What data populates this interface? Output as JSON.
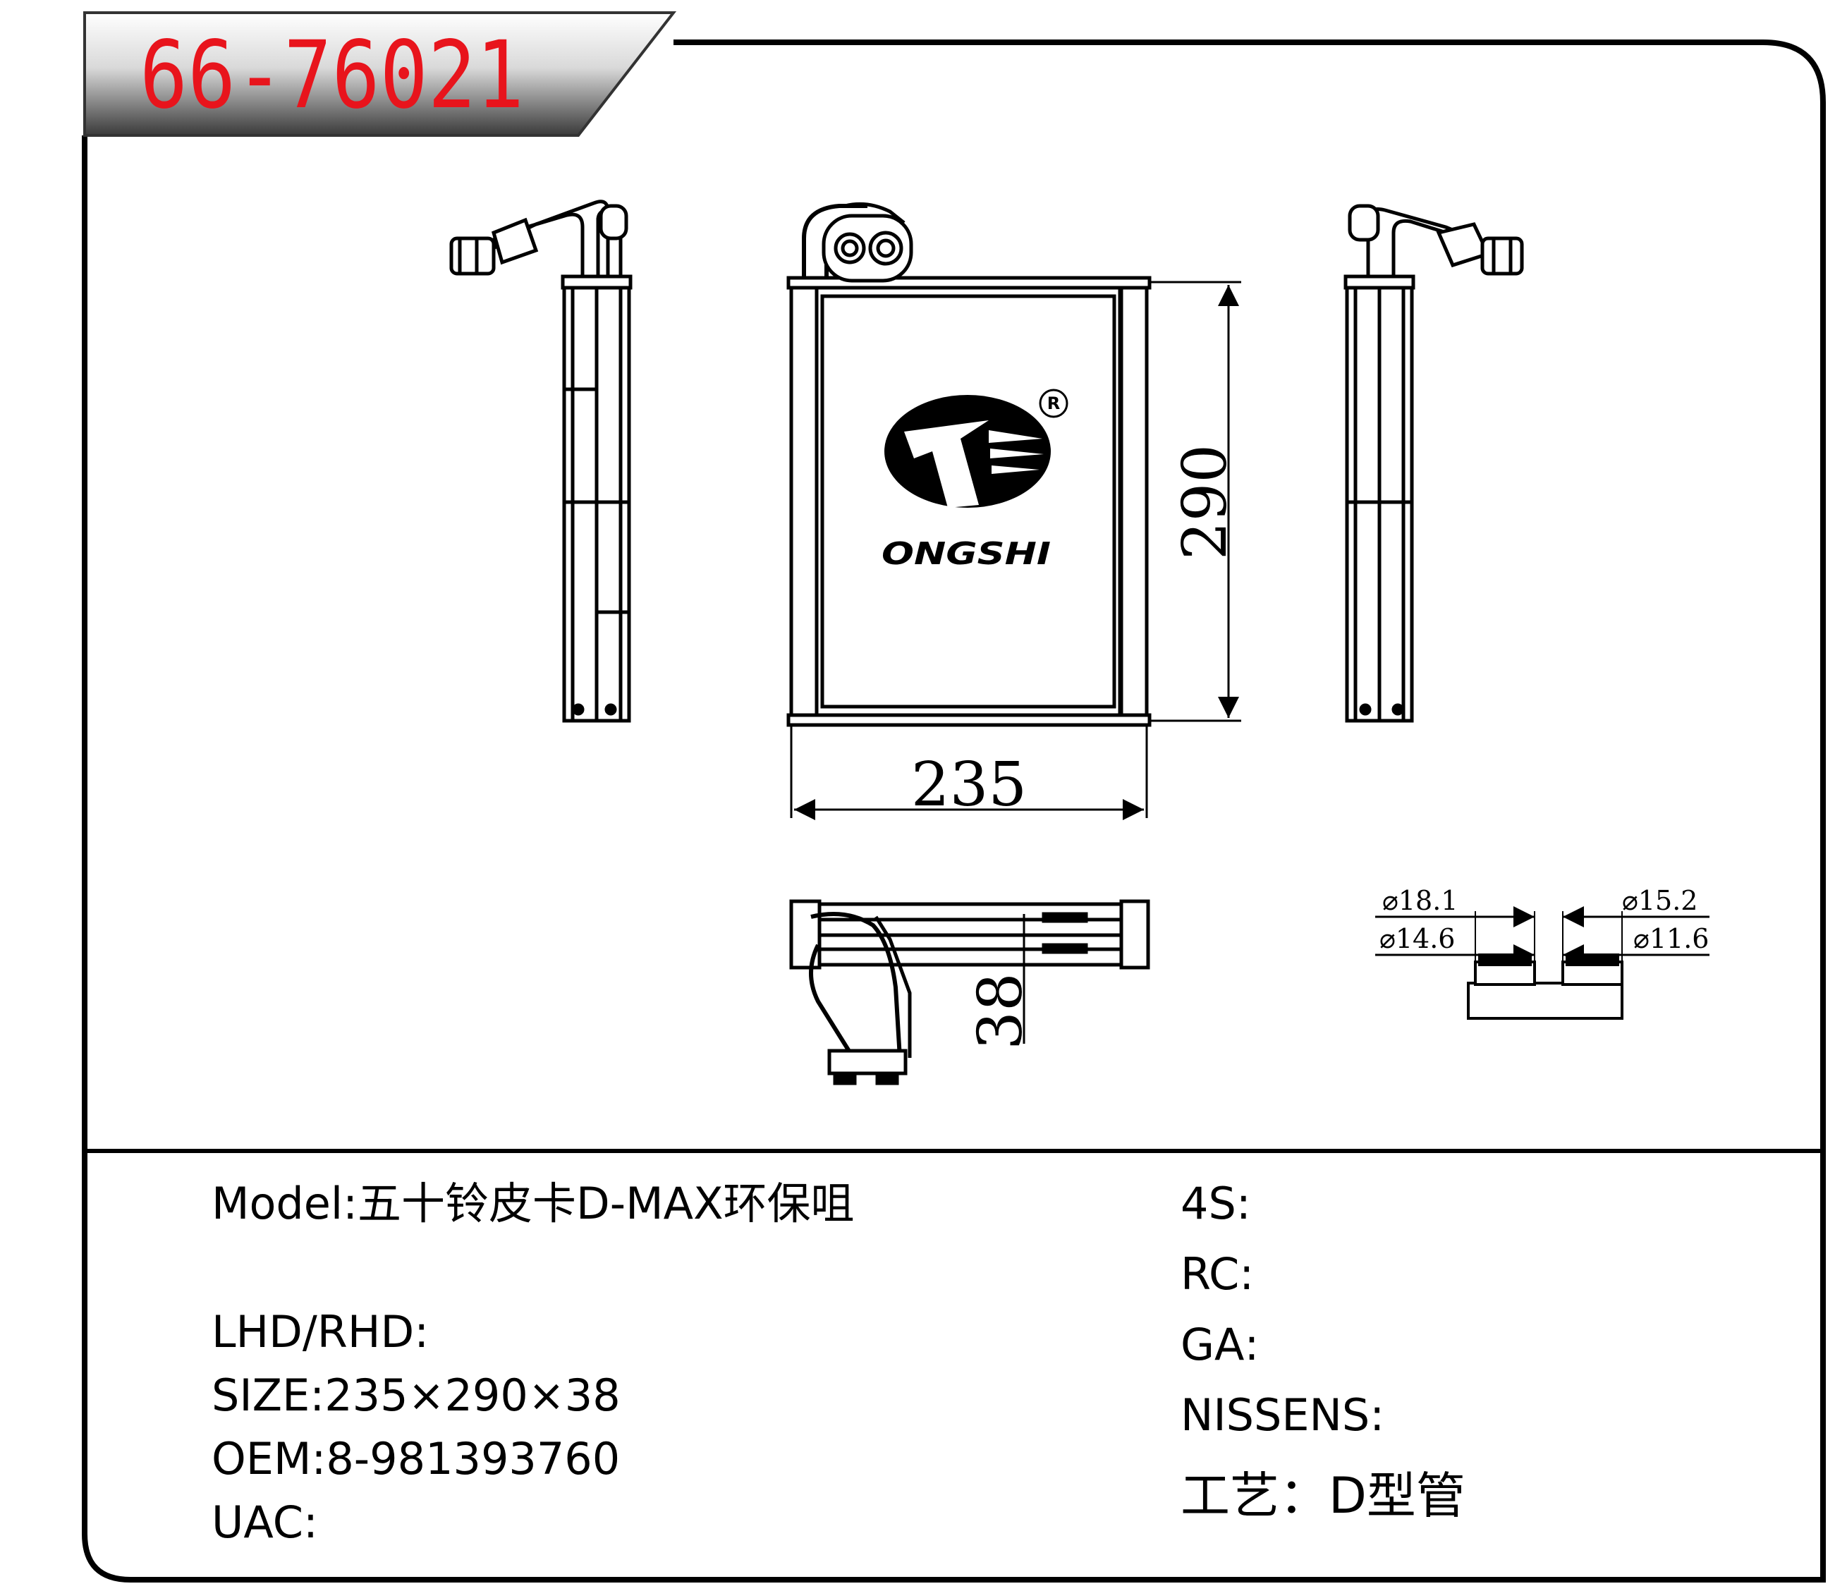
{
  "header": {
    "part_number": "66-76021"
  },
  "dimensions": {
    "width": "235",
    "height": "290",
    "depth": "38",
    "fitting_outer_left": "⌀18.1",
    "fitting_inner_left": "⌀14.6",
    "fitting_outer_right": "⌀15.2",
    "fitting_inner_right": "⌀11.6"
  },
  "logo": {
    "brand": "ONGSHI",
    "registered_mark": "R"
  },
  "specs_left": [
    {
      "label": "Model",
      "sep": ":",
      "value": "五十铃皮卡D-MAX环保咀"
    },
    {
      "label": "LHD/RHD",
      "sep": ":",
      "value": ""
    },
    {
      "label": "SIZE",
      "sep": ":",
      "value": "235×290×38"
    },
    {
      "label": "OEM",
      "sep": ":",
      "value": "8-981393760"
    },
    {
      "label": "UAC",
      "sep": ":",
      "value": ""
    }
  ],
  "specs_right": [
    {
      "label": "4S",
      "sep": ":",
      "value": ""
    },
    {
      "label": "RC",
      "sep": ":",
      "value": ""
    },
    {
      "label": "GA",
      "sep": ":",
      "value": ""
    },
    {
      "label": "NISSENS",
      "sep": ":",
      "value": ""
    },
    {
      "label": "工艺",
      "sep": "：",
      "value": "D型管"
    }
  ],
  "colors": {
    "part_number": "#e8141c",
    "line": "#000000"
  }
}
